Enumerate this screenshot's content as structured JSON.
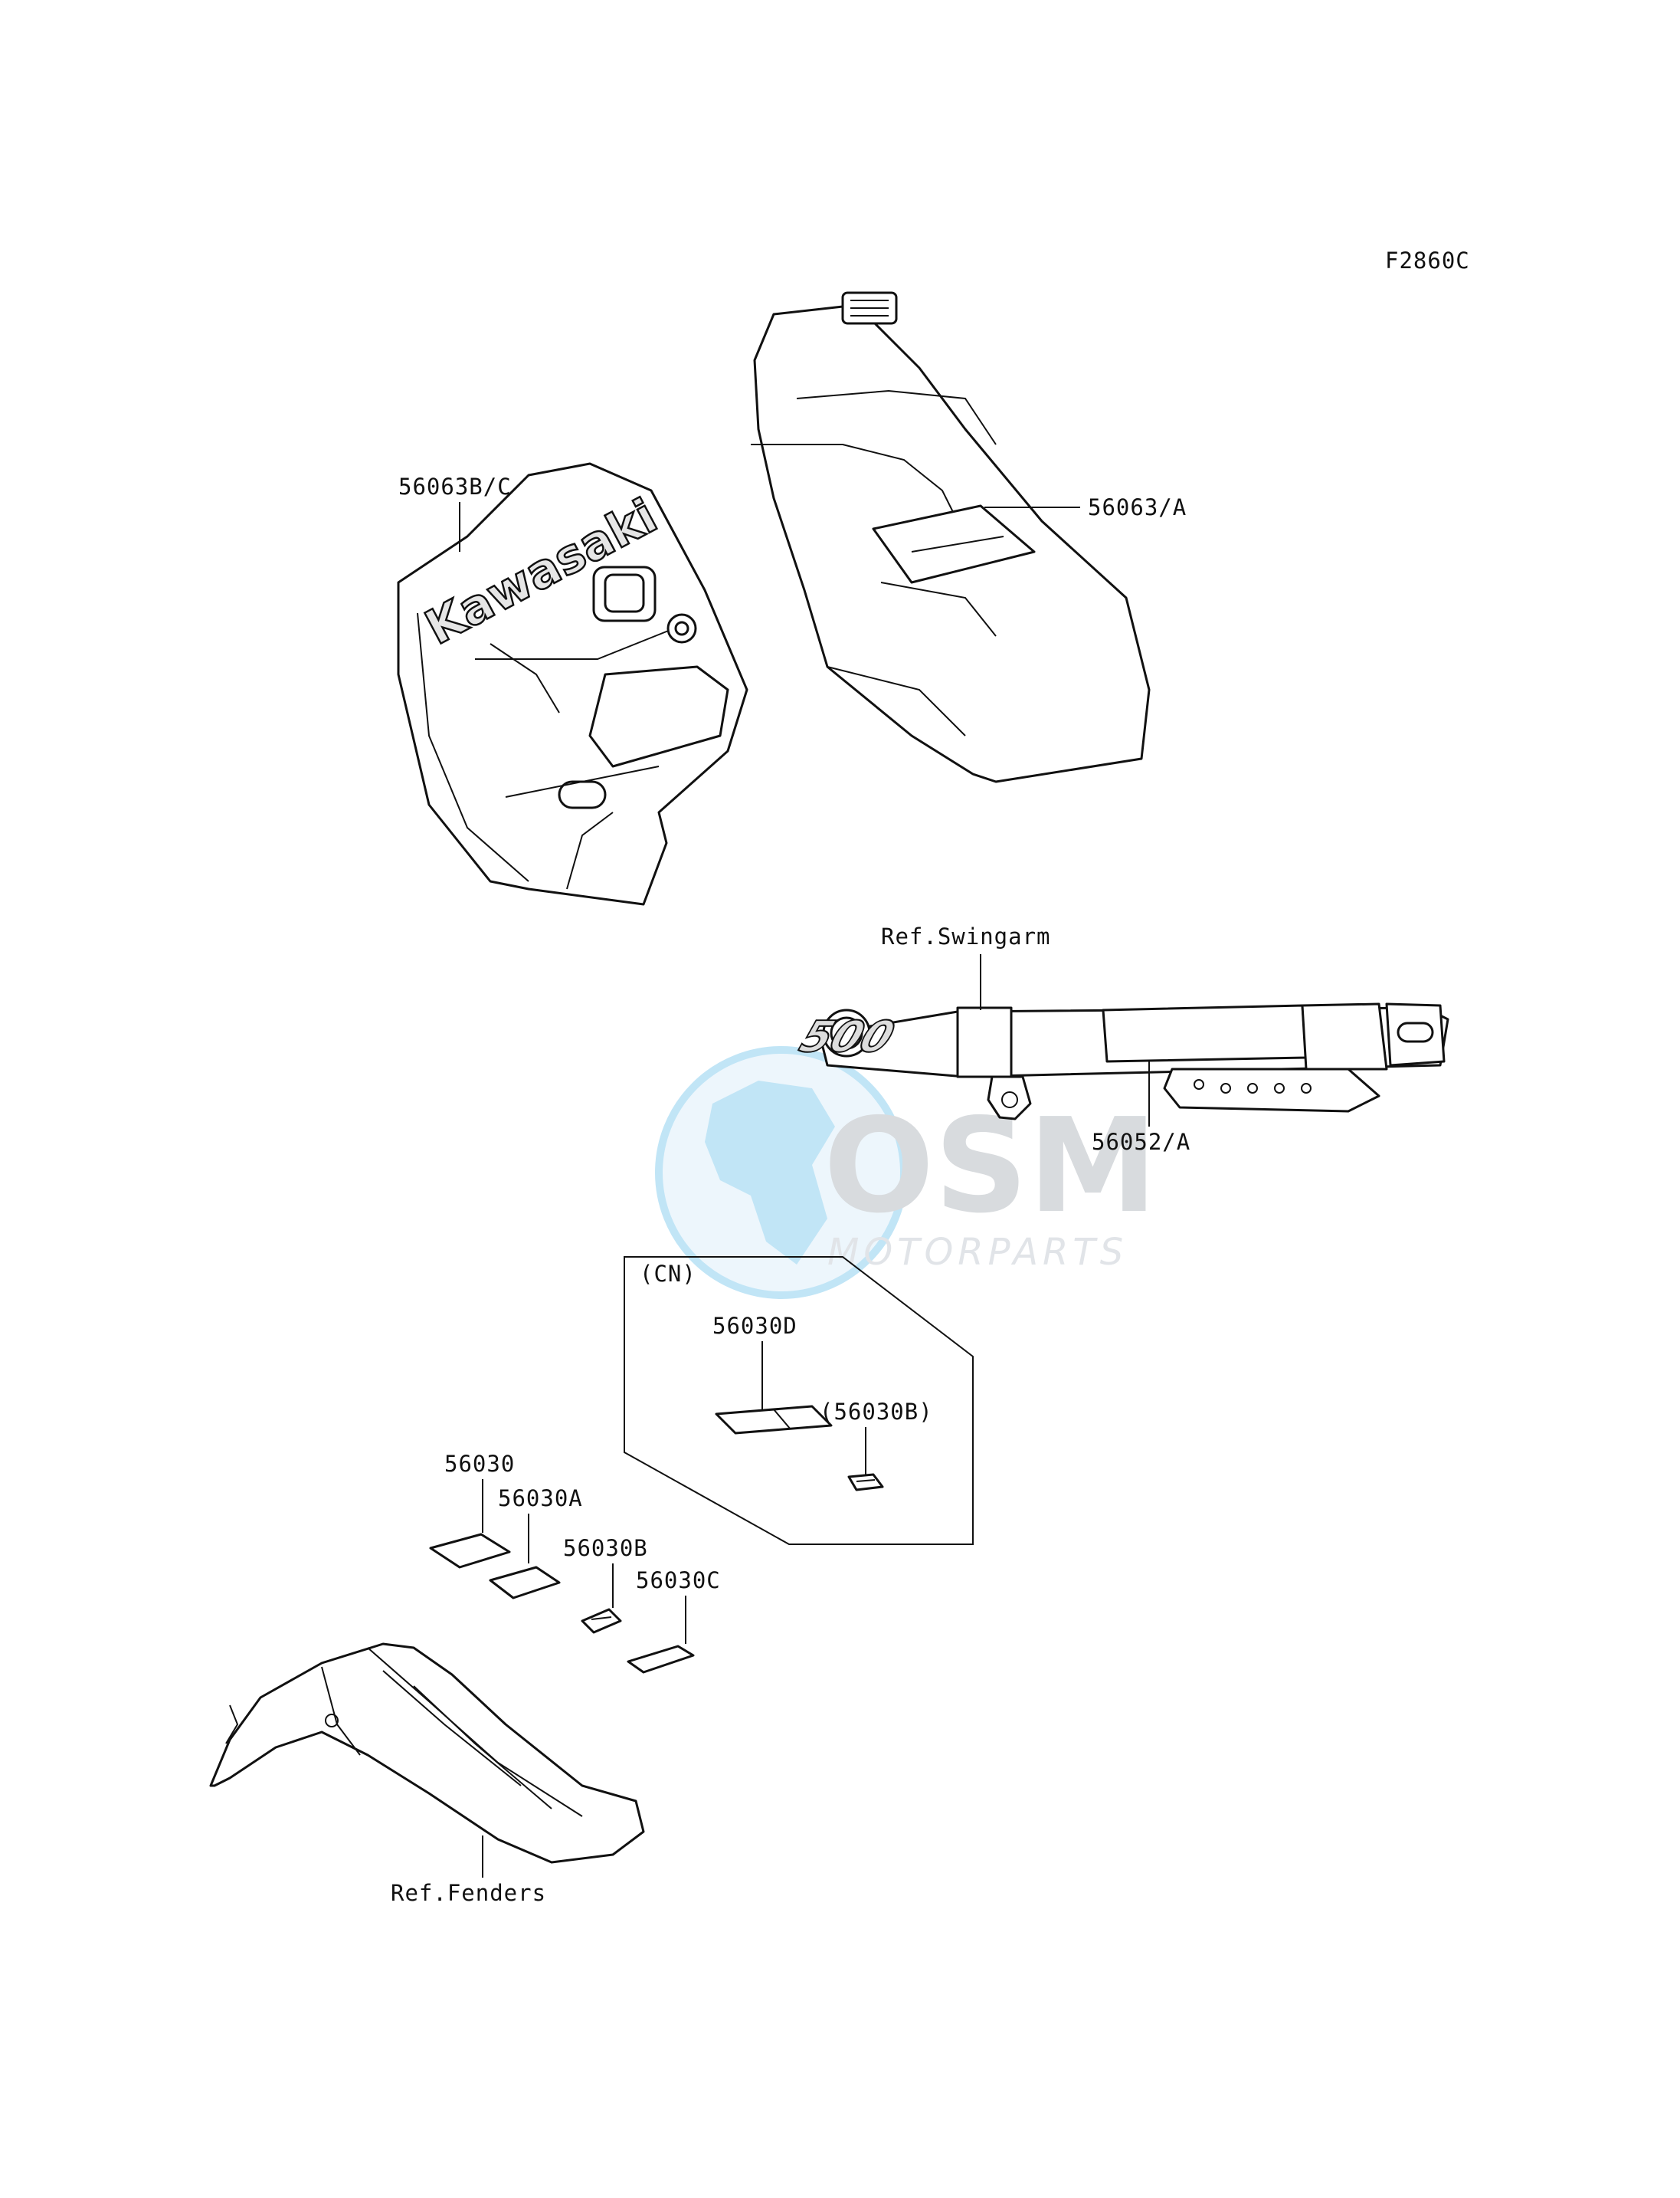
{
  "figure_code": "F2860C",
  "labels": {
    "shroud": "56063B/C",
    "tank": "56063/A",
    "swingarm_ref": "Ref.Swingarm",
    "swingarm_decal": "56052/A",
    "cn_group": "(CN)",
    "cn_d": "56030D",
    "cn_b": "(56030B)",
    "l_56030": "56030",
    "l_56030a": "56030A",
    "l_56030b": "56030B",
    "l_56030c": "56030C",
    "fenders_ref": "Ref.Fenders"
  },
  "decal_text": {
    "kawasaki": "Kawasaki",
    "model": "500"
  },
  "watermark": {
    "logo": "OSM",
    "text": "MOTORPARTS",
    "colors": {
      "globe": "#6ec1ea",
      "logo": "#b9bec4"
    }
  }
}
